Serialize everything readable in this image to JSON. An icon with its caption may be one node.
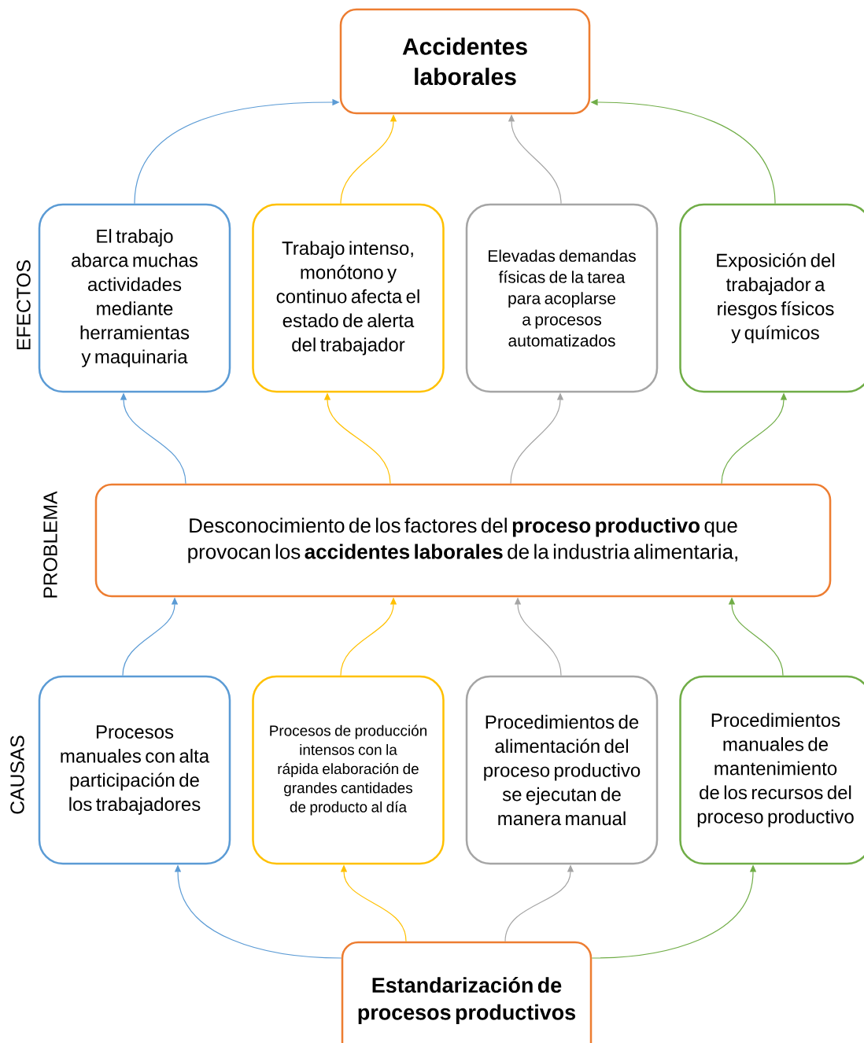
{
  "diagram": {
    "nodes": [
      {
        "text": [
          "Accidentes laborales"
        ]
      },
      {
        "text": [
          "El trabajo abarca muchas actividades mediante herramientas y maquinaria"
        ]
      },
      {
        "text": [
          "Trabajo intenso, monótono y continuo afecta el estado de alerta del trabajador"
        ]
      },
      {
        "text": [
          "Elevadas demandas físicas de la tarea para acoplarse a procesos automatizados"
        ]
      },
      {
        "text": [
          "Exposición del trabajador a riesgos físicos y químicos"
        ]
      },
      {
        "text": [
          "Desconocimiento de los factores del **proceso productivo** que provocan los **accidentes laborales** de la industria alimentaria,"
        ]
      },
      {
        "text": [
          "Procesos manuales con alta participación de los trabajadores"
        ]
      },
      {
        "text": [
          "Procesos de producción intensos con la rápida elaboración de grandes cantidades de producto al día"
        ]
      },
      {
        "text": [
          "Procedimientos de alimentación del proceso productivo se ejecutan de manera manual"
        ]
      },
      {
        "text": [
          "Procedimientos manuales de mantenimiento de los recursos del proceso productivo"
        ]
      },
      {
        "text": [
          "Estandarización de procesos productivos"
        ]
      }
    ],
    "edges": [
      {
        "from": 1,
        "to": 0,
        "arrow": "to",
        "color": "#5b9bd5"
      },
      {
        "from": 2,
        "to": 0,
        "arrow": "to",
        "color": "#ffc000"
      },
      {
        "from": 3,
        "to": 0,
        "arrow": "to",
        "color": "#a5a5a5"
      },
      {
        "from": 4,
        "to": 0,
        "arrow": "to",
        "color": "#70ad47"
      },
      {
        "from": 5,
        "to": 1,
        "arrow": "to",
        "color": "#5b9bd5"
      },
      {
        "from": 5,
        "to": 2,
        "arrow": "to",
        "color": "#ffc000"
      },
      {
        "from": 5,
        "to": 3,
        "arrow": "to",
        "color": "#a5a5a5"
      },
      {
        "from": 5,
        "to": 4,
        "arrow": "to",
        "color": "#70ad47"
      },
      {
        "from": 6,
        "to": 5,
        "arrow": "to",
        "color": "#5b9bd5"
      },
      {
        "from": 7,
        "to": 5,
        "arrow": "to",
        "color": "#ffc000"
      },
      {
        "from": 8,
        "to": 5,
        "arrow": "to",
        "color": "#a5a5a5"
      },
      {
        "from": 9,
        "to": 5,
        "arrow": "to",
        "color": "#70ad47"
      },
      {
        "from": 10,
        "to": 6,
        "arrow": "to",
        "color": "#5b9bd5"
      },
      {
        "from": 10,
        "to": 7,
        "arrow": "to",
        "color": "#ffc000"
      },
      {
        "from": 10,
        "to": 8,
        "arrow": "to",
        "color": "#a5a5a5"
      },
      {
        "from": 10,
        "to": 9,
        "arrow": "to",
        "color": "#70ad47"
      }
    ],
    "labels": [
      "EFECTOS",
      "PROBLEMA",
      "CAUSAS"
    ]
  }
}
